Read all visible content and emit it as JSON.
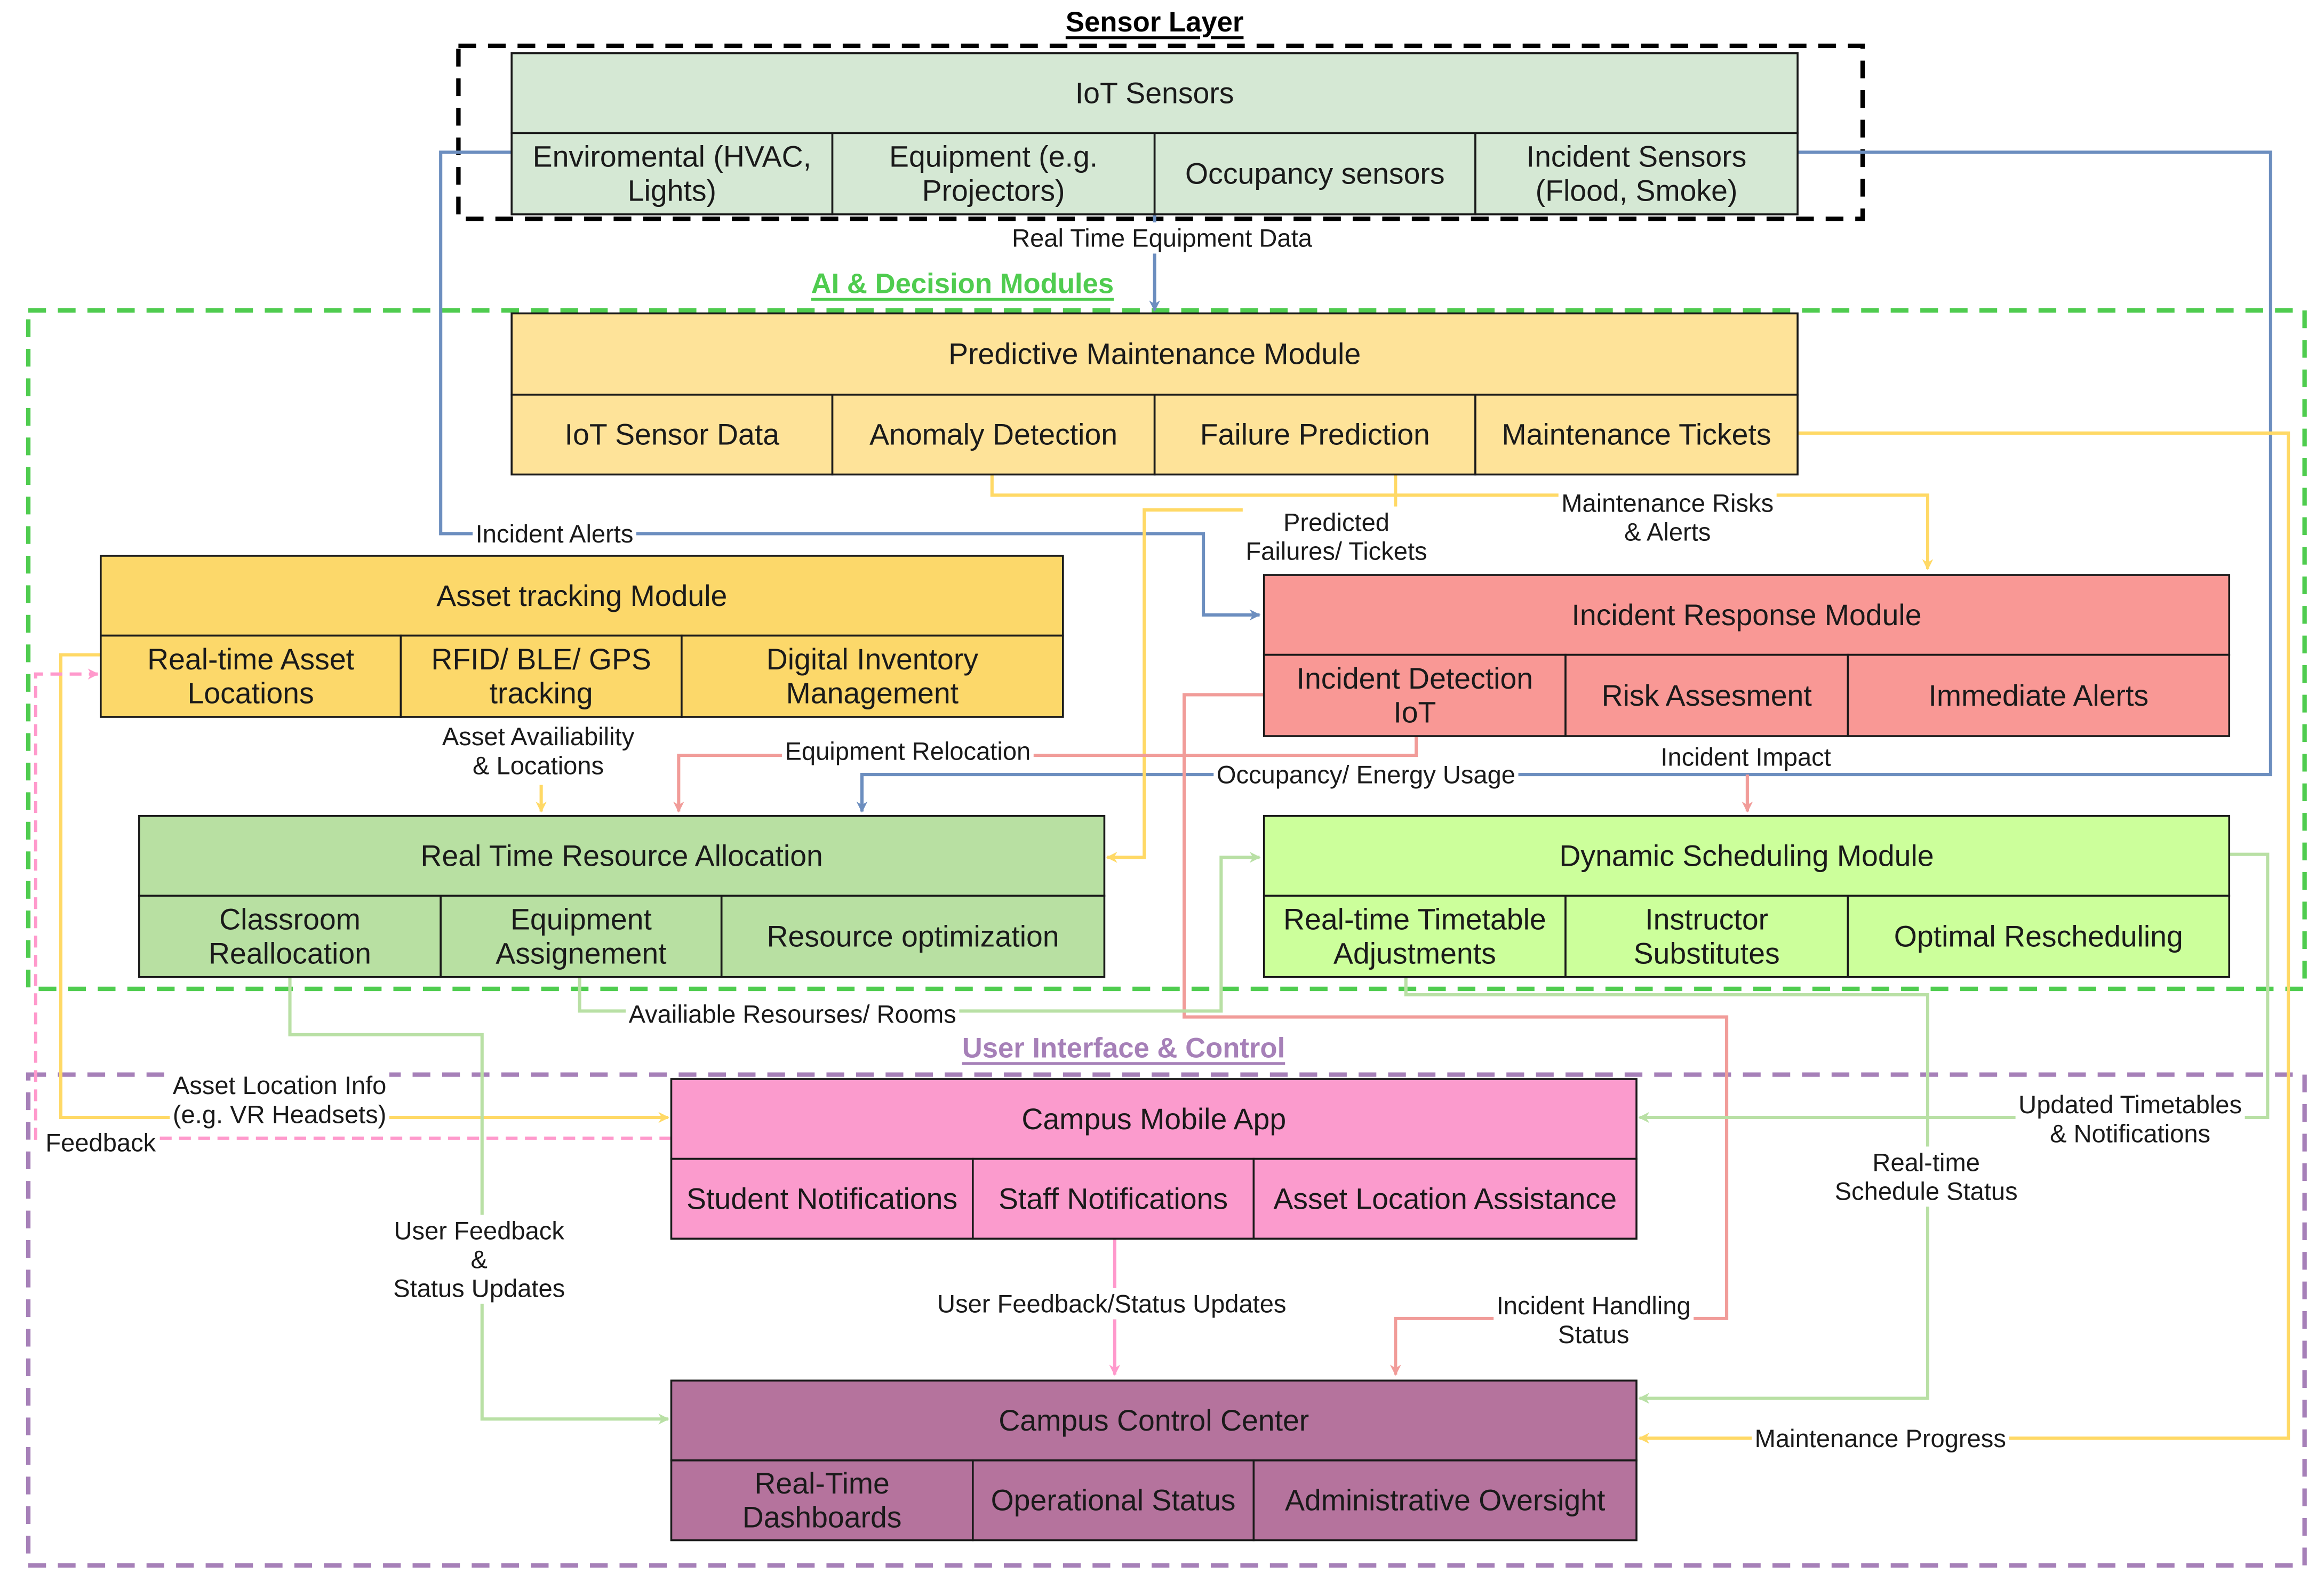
{
  "colors": {
    "sensor": "#d5e8d4",
    "predictive": "#fee399",
    "asset": "#fcd86a",
    "incident": "#f99895",
    "resource": "#b8e0a2",
    "scheduling": "#ccff9b",
    "app": "#fb9bcd",
    "control": "#b5739d",
    "arrow_blue": "#6c8ebf",
    "arrow_yellow": "#ffd966",
    "arrow_red": "#f19c99",
    "arrow_green": "#b9e0a5",
    "arrow_pink": "#ff99cc",
    "group_sensor": "#000000",
    "group_ai": "#4fcc4f",
    "group_ui": "#a680b8"
  },
  "groups": [
    {
      "name": "sensor-layer-group",
      "title": "Sensor Layer",
      "title_color": "#000000"
    },
    {
      "name": "ai-decision-group",
      "title": "AI & Decision Modules",
      "title_color": "#4fcc4f"
    },
    {
      "name": "user-interface-group",
      "title": "User Interface & Control",
      "title_color": "#a680b8"
    }
  ],
  "modules": [
    {
      "name": "iot-sensors",
      "title": "IoT Sensors",
      "cells": [
        "Enviromental (HVAC,|Lights)",
        "Equipment (e.g.|Projectors)",
        "Occupancy sensors",
        "Incident Sensors|(Flood, Smoke)"
      ]
    },
    {
      "name": "predictive-maintenance-module",
      "title": "Predictive Maintenance Module",
      "cells": [
        "IoT Sensor Data",
        "Anomaly Detection",
        "Failure Prediction",
        "Maintenance Tickets"
      ]
    },
    {
      "name": "asset-tracking-module",
      "title": "Asset tracking Module",
      "cells": [
        "Real-time Asset|Locations",
        "RFID/ BLE/ GPS|tracking",
        "Digital Inventory|Management"
      ]
    },
    {
      "name": "incident-response-module",
      "title": "Incident Response Module",
      "cells": [
        "Incident Detection|IoT",
        "Risk Assesment",
        "Immediate Alerts"
      ]
    },
    {
      "name": "real-time-resource-allocation",
      "title": "Real Time Resource Allocation",
      "cells": [
        "Classroom|Reallocation",
        "Equipment|Assignement",
        "Resource optimization"
      ]
    },
    {
      "name": "dynamic-scheduling-module",
      "title": "Dynamic Scheduling Module",
      "cells": [
        "Real-time Timetable|Adjustments",
        "Instructor|Substitutes",
        "Optimal Rescheduling"
      ]
    },
    {
      "name": "campus-mobile-app",
      "title": "Campus Mobile App",
      "cells": [
        "Student Notifications",
        "Staff Notifications",
        "Asset Location Assistance"
      ]
    },
    {
      "name": "campus-control-center",
      "title": "Campus Control Center",
      "cells": [
        "Real-Time|Dashboards",
        "Operational Status",
        "Administrative Oversight"
      ]
    }
  ],
  "edge_labels": [
    "Real Time Equipment Data",
    "Incident Alerts",
    "Predicted|Failures/ Tickets",
    "Maintenance Risks|& Alerts",
    "Asset Availiability|& Locations",
    "Equipment Relocation",
    "Occupancy/ Energy Usage",
    "Incident Impact",
    "Availiable Resourses/ Rooms",
    "Asset Location Info|(e.g. VR Headsets)",
    "Feedback",
    "Updated Timetables|& Notifications",
    "Real-time|Schedule Status",
    "User Feedback|&|Status Updates",
    "User Feedback/Status Updates",
    "Incident Handling|Status",
    "Maintenance Progress"
  ]
}
